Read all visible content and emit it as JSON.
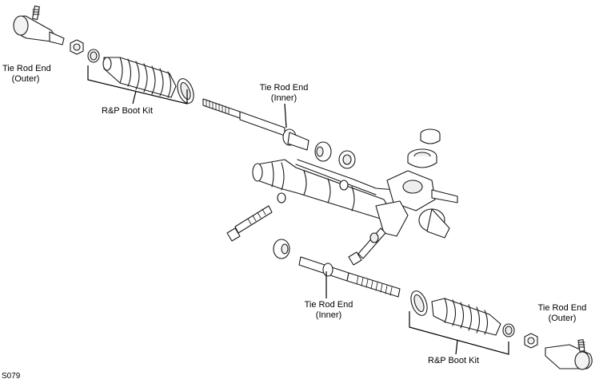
{
  "diagram": {
    "figure_code": "S079",
    "labels": {
      "tie_rod_end_outer_left": [
        "Tie Rod End",
        "(Outer)"
      ],
      "rp_boot_kit_top": "R&P Boot Kit",
      "tie_rod_end_inner_top": [
        "Tie Rod End",
        "(Inner)"
      ],
      "tie_rod_end_inner_bottom": [
        "Tie Rod End",
        "(Inner)"
      ],
      "tie_rod_end_outer_right": [
        "Tie Rod End",
        "(Outer)"
      ],
      "rp_boot_kit_bottom": "R&P Boot Kit"
    },
    "colors": {
      "line": "#1a1a1a",
      "fill": "#ffffff",
      "shade": "#e8e8e8"
    }
  }
}
